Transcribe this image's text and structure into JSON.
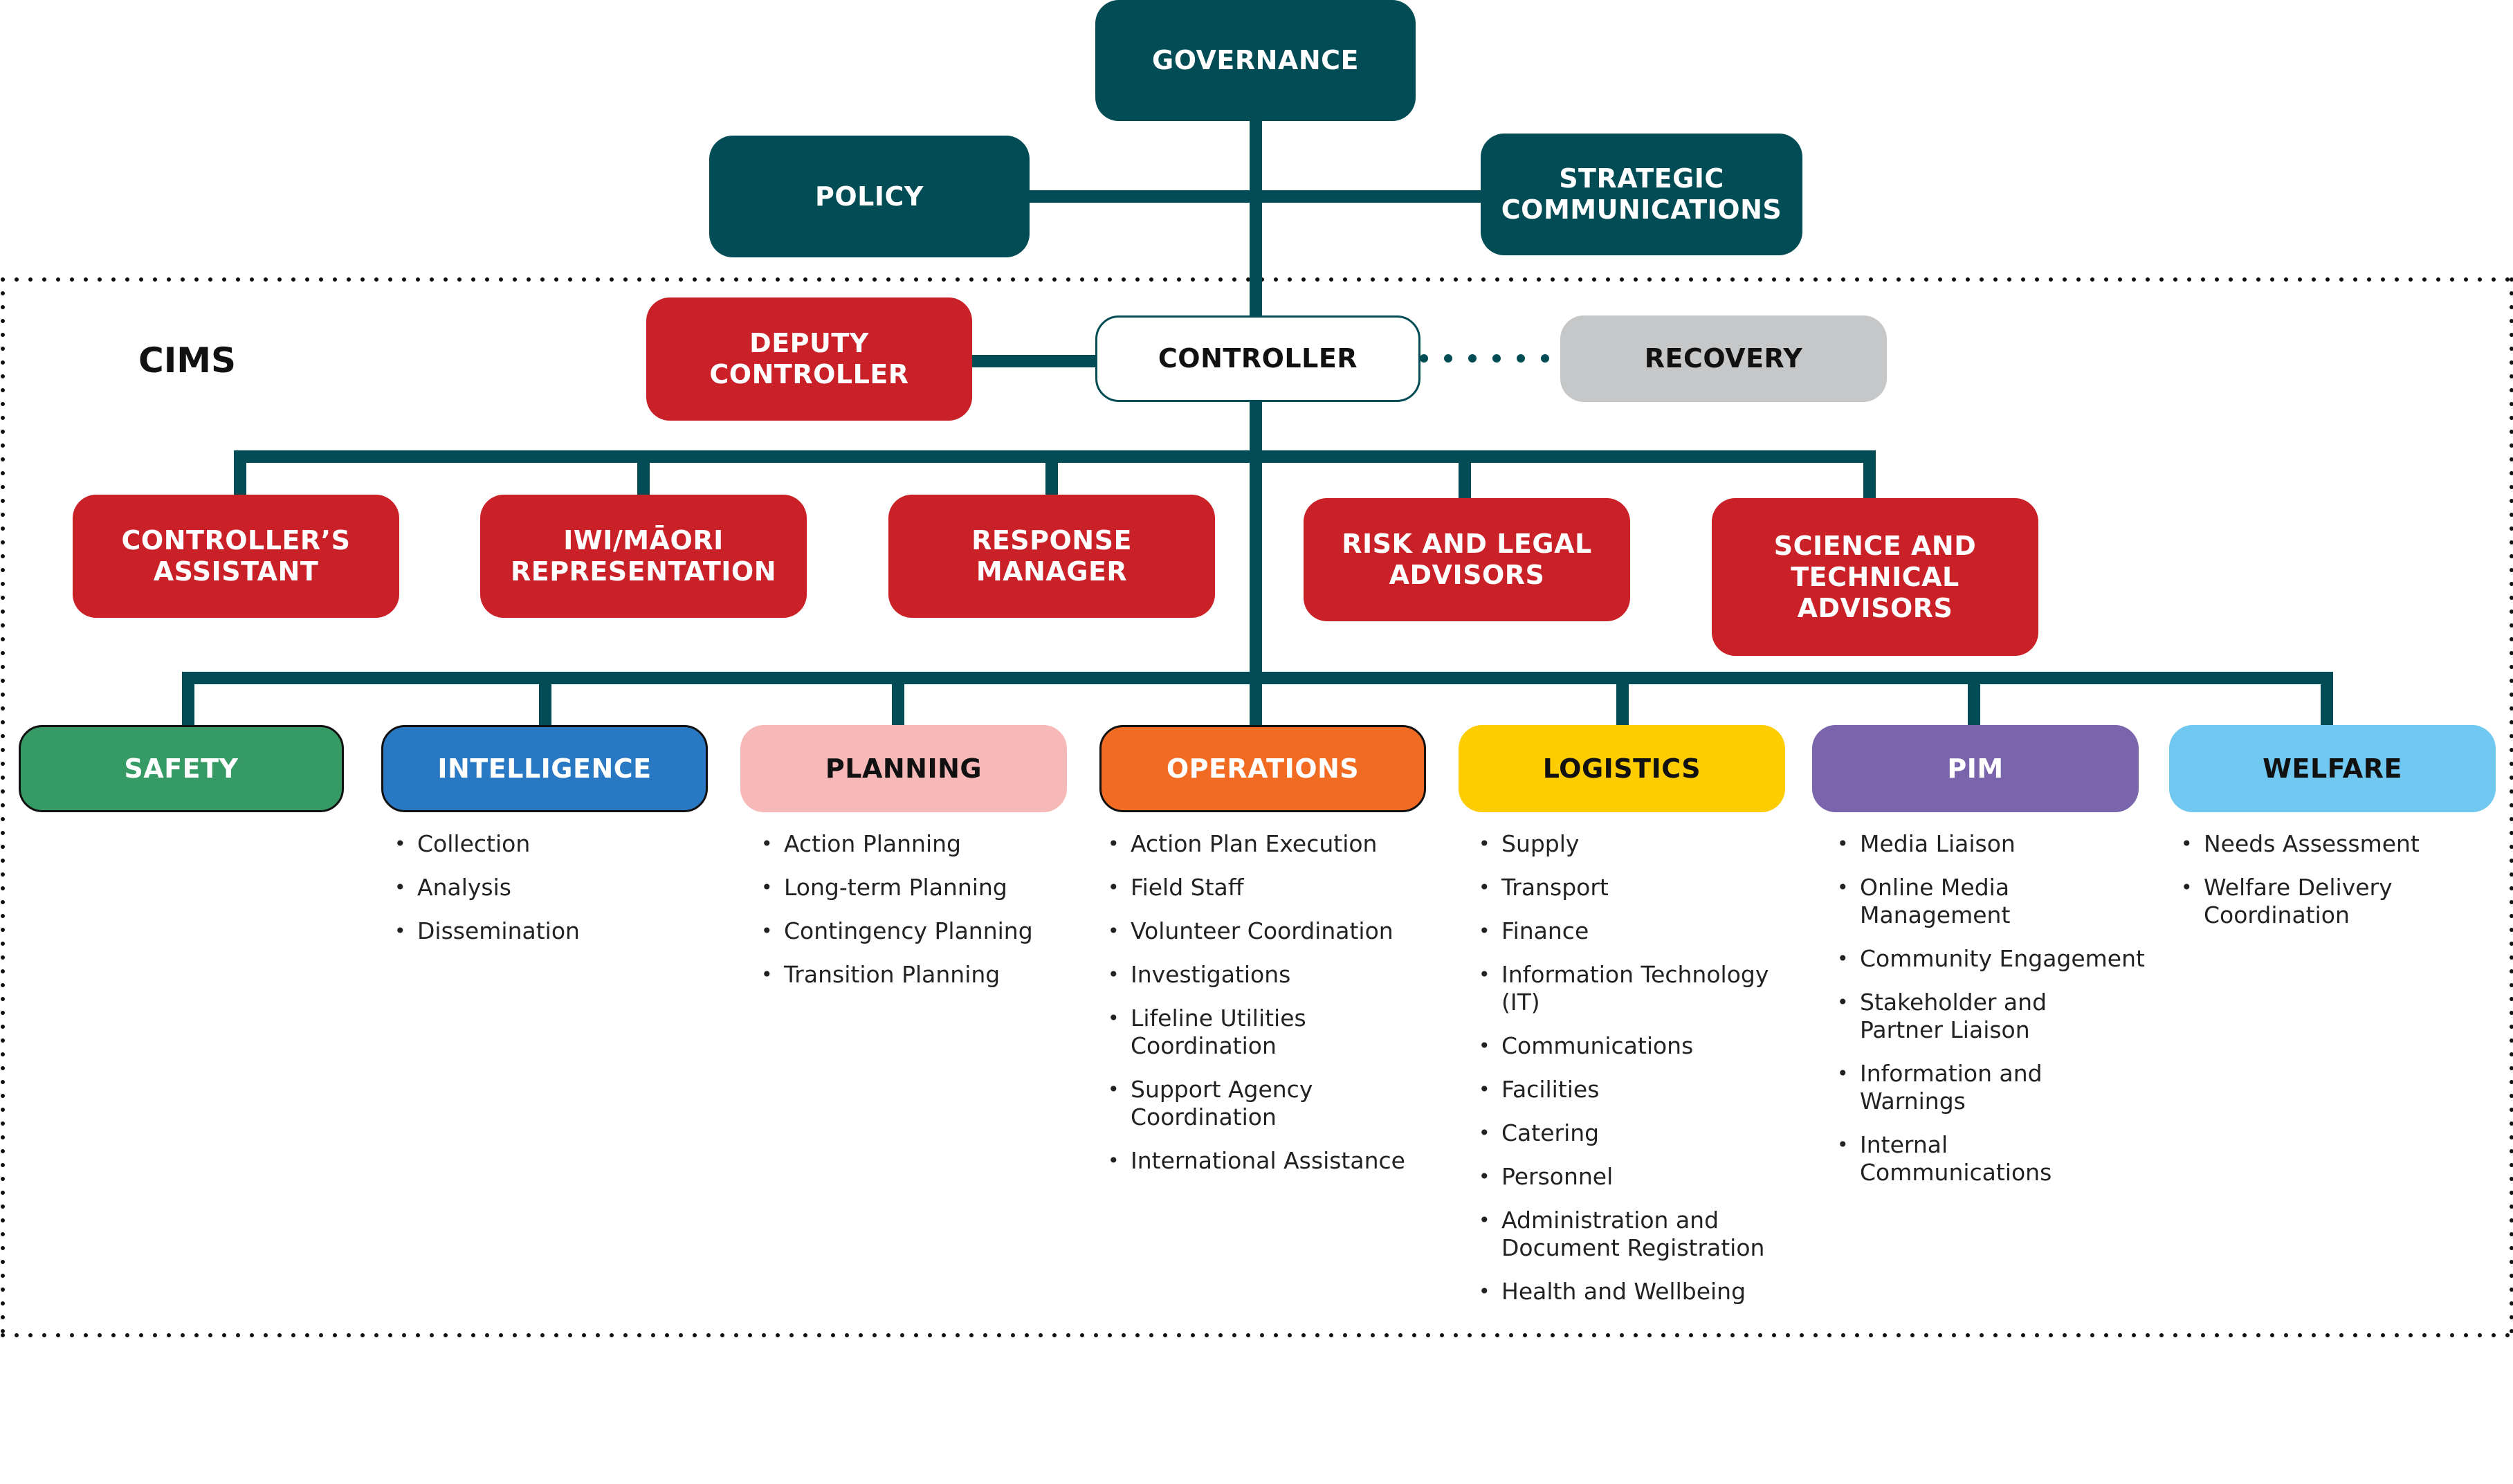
{
  "cims_label": "CIMS",
  "colors": {
    "connector": "#014c55",
    "teal": "#014c55",
    "red": "#ca2027",
    "recovery": "#c6c7c8",
    "safety": "#359a64",
    "intelligence": "#2878c3",
    "planning": "#f7b8b8",
    "operations": "#f26b23",
    "logistics": "#fdcd02",
    "pim": "#7a65ad",
    "welfare": "#70c7ef"
  },
  "governance": {
    "governance": "GOVERNANCE",
    "policy": "POLICY",
    "strategic": "STRATEGIC\nCOMMUNICATIONS"
  },
  "command": {
    "deputy": "DEPUTY\nCONTROLLER",
    "controller": "CONTROLLER",
    "recovery": "RECOVERY"
  },
  "advisors": {
    "assistant": "CONTROLLER’S\nASSISTANT",
    "iwi": "IWI/MĀORI\nREPRESENTATION",
    "response": "RESPONSE\nMANAGER",
    "risk": "RISK AND LEGAL\nADVISORS",
    "science": "SCIENCE AND\nTECHNICAL\nADVISORS"
  },
  "functions": [
    {
      "name": "SAFETY",
      "items": []
    },
    {
      "name": "INTELLIGENCE",
      "items": [
        "Collection",
        "Analysis",
        "Dissemination"
      ]
    },
    {
      "name": "PLANNING",
      "items": [
        "Action Planning",
        "Long-term Planning",
        "Contingency Planning",
        "Transition Planning"
      ]
    },
    {
      "name": "OPERATIONS",
      "items": [
        "Action Plan Execution",
        "Field Staff",
        "Volunteer Coordination",
        "Investigations",
        "Lifeline Utilities Coordination",
        "Support Agency Coordination",
        "International Assistance"
      ]
    },
    {
      "name": "LOGISTICS",
      "items": [
        "Supply",
        "Transport",
        "Finance",
        "Information Technology (IT)",
        "Communications",
        "Facilities",
        "Catering",
        "Personnel",
        "Administration and Document Registration",
        "Health and Wellbeing"
      ]
    },
    {
      "name": "PIM",
      "items": [
        "Media Liaison",
        "Online Media Management",
        "Community Engagement",
        "Stakeholder and Partner Liaison",
        "Information and Warnings",
        "Internal Communications"
      ]
    },
    {
      "name": "WELFARE",
      "items": [
        "Needs Assessment",
        "Welfare Delivery Coordination"
      ]
    }
  ]
}
